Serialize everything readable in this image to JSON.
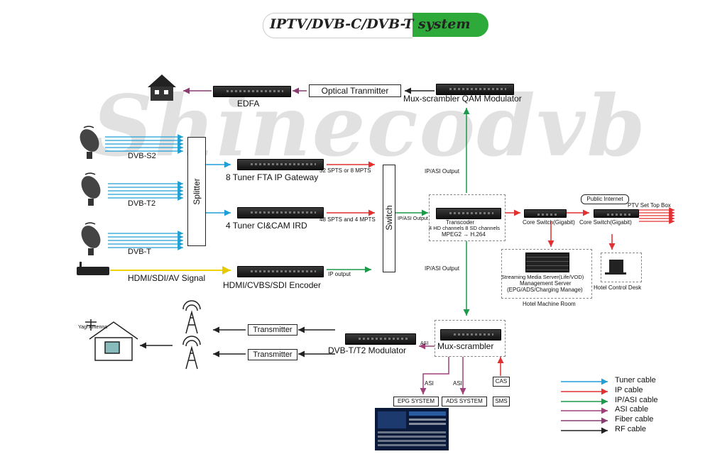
{
  "title": "IPTV/DVB-C/DVB-T system",
  "watermark": "Shinecodvb",
  "colors": {
    "tuner": "#1f9fd5",
    "ip": "#e03030",
    "ipasi": "#1a9a4a",
    "asi": "#a0407a",
    "fiber": "#8a3b6f",
    "rf": "#222222",
    "hdmi": "#f2d200",
    "title_green": "#2eaa3a"
  },
  "sources": {
    "dvbs2": "DVB-S2",
    "dvbt2": "DVB-T2",
    "dvbt": "DVB-T",
    "hdmi": "HDMI/SDI/AV Signal"
  },
  "splitter": "Splitter",
  "switch": "Switch",
  "devices": {
    "edfa": "EDFA",
    "optical_tx": "Optical Tranmitter",
    "mux_qam": "Mux-scrambler  QAM Modulator",
    "gateway": "8 Tuner FTA IP Gateway",
    "ird": "4 Tuner CI&CAM IRD",
    "encoder": "HDMI/CVBS/SDI Encoder",
    "transcoder_1": "Transcoder",
    "transcoder_2": "4 HD channels 8 SD channels",
    "transcoder_3": "MPEG2 → H.264",
    "core_switch_1": "Core Switch(Gigabit)",
    "core_switch_2": "Core Switch(Gigabit)",
    "streaming_1": "Streaming Media Server(Life/VOD)",
    "streaming_2": "Management Server",
    "streaming_3": "(EPG/ADS/Charging Manage)",
    "machine_room": "Hotel Machine Room",
    "control_desk": "Hotel Control Desk",
    "public_internet": "Public Internet",
    "stb": "PTV Set Top Box",
    "mux": "Mux-scrambler",
    "dvbt_mod": "DVB-T/T2 Modulator",
    "transmitter_1": "Transmitter",
    "transmitter_2": "Transmitter",
    "epg": "EPG SYSTEM",
    "ads": "ADS SYSTEM",
    "cas": "CAS",
    "sms": "SMS",
    "yagi": "Yagi Antenna"
  },
  "link_labels": {
    "gateway_out": "32 SPTS or 8 MPTS",
    "ird_out": "48 SPTS and 4 MPTS",
    "encoder_out": "IP output",
    "ipasi_output_1": "IP/ASI Output",
    "ipasi_output_2": "IP/ASI Output",
    "ipasi_output_3": "IP/ASI Output",
    "asi_1": "ASI",
    "asi_2": "ASI",
    "asi_3": "ASI"
  },
  "legend": [
    {
      "label": "Tuner cable",
      "color": "#1f9fd5"
    },
    {
      "label": "IP cable",
      "color": "#e03030"
    },
    {
      "label": "IP/ASI cable",
      "color": "#1a9a4a"
    },
    {
      "label": "ASI cable",
      "color": "#a0407a"
    },
    {
      "label": "Fiber cable",
      "color": "#8a3b6f"
    },
    {
      "label": "RF cable",
      "color": "#222222"
    }
  ]
}
